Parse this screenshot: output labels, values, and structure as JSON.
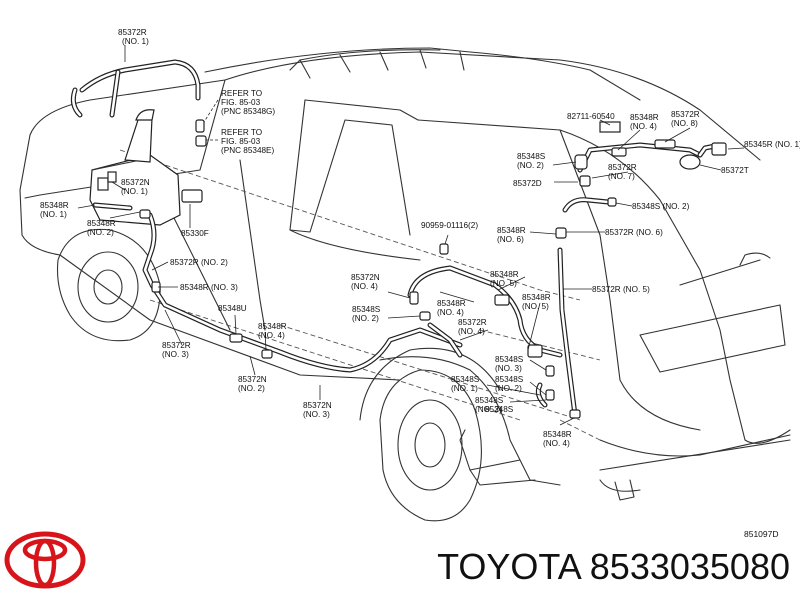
{
  "diagram": {
    "drawing_code": "851097D",
    "callouts": [
      {
        "id": "c01",
        "lines": [
          "85372R",
          "(NO. 1)"
        ]
      },
      {
        "id": "c02",
        "lines": [
          "REFER TO",
          "FIG. 85-03",
          "(PNC 85348G)"
        ]
      },
      {
        "id": "c03",
        "lines": [
          "REFER TO",
          "FIG. 85-03",
          "(PNC 85348E)"
        ]
      },
      {
        "id": "c04",
        "lines": [
          "85372N",
          "(NO. 1)"
        ]
      },
      {
        "id": "c05",
        "lines": [
          "85348R",
          "(NO. 1)"
        ]
      },
      {
        "id": "c06",
        "lines": [
          "85348R",
          "(NO. 2)"
        ]
      },
      {
        "id": "c07",
        "lines": [
          "85330F"
        ]
      },
      {
        "id": "c08",
        "lines": [
          "85372R (NO. 2)"
        ]
      },
      {
        "id": "c09",
        "lines": [
          "85348R (NO. 3)"
        ]
      },
      {
        "id": "c10",
        "lines": [
          "85348U"
        ]
      },
      {
        "id": "c11",
        "lines": [
          "85348R",
          "(NO. 4)"
        ]
      },
      {
        "id": "c12",
        "lines": [
          "85372R",
          "(NO. 3)"
        ]
      },
      {
        "id": "c13",
        "lines": [
          "85372N",
          "(NO. 2)"
        ]
      },
      {
        "id": "c14",
        "lines": [
          "85372N",
          "(NO. 3)"
        ]
      },
      {
        "id": "c15",
        "lines": [
          "85372N",
          "(NO. 4)"
        ]
      },
      {
        "id": "c16",
        "lines": [
          "85348S",
          "(NO. 2)"
        ]
      },
      {
        "id": "c17",
        "lines": [
          "85348R",
          "(NO. 4)"
        ]
      },
      {
        "id": "c18",
        "lines": [
          "85372R",
          "(NO. 4)"
        ]
      },
      {
        "id": "c19",
        "lines": [
          "90959-01116(2)"
        ]
      },
      {
        "id": "c20",
        "lines": [
          "85348R",
          "(NO. 6)"
        ]
      },
      {
        "id": "c21",
        "lines": [
          "85348R",
          "(NO. 5)"
        ]
      },
      {
        "id": "c22",
        "lines": [
          "85348R",
          "(NO. 5)"
        ]
      },
      {
        "id": "c23",
        "lines": [
          "85348S",
          "(NO. 1)"
        ]
      },
      {
        "id": "c24",
        "lines": [
          "85348S",
          "(NO. 3)"
        ]
      },
      {
        "id": "c25",
        "lines": [
          "85348S",
          "(NO. 2)"
        ]
      },
      {
        "id": "c26",
        "lines": [
          "85348S",
          "(NO. 2)"
        ]
      },
      {
        "id": "c27",
        "lines": [
          "85348S"
        ]
      },
      {
        "id": "c28",
        "lines": [
          "85348R",
          "(NO. 4)"
        ]
      },
      {
        "id": "c29",
        "lines": [
          "82711-60540"
        ]
      },
      {
        "id": "c30",
        "lines": [
          "85348R",
          "(NO. 4)"
        ]
      },
      {
        "id": "c31",
        "lines": [
          "85372R",
          "(NO. 8)"
        ]
      },
      {
        "id": "c32",
        "lines": [
          "85345R (NO. 1)"
        ]
      },
      {
        "id": "c33",
        "lines": [
          "85348S",
          "(NO. 2)"
        ]
      },
      {
        "id": "c34",
        "lines": [
          "85372R",
          "(NO. 7)"
        ]
      },
      {
        "id": "c35",
        "lines": [
          "85372D"
        ]
      },
      {
        "id": "c36",
        "lines": [
          "85372T"
        ]
      },
      {
        "id": "c37",
        "lines": [
          "85348S (NO. 2)"
        ]
      },
      {
        "id": "c38",
        "lines": [
          "85372R (NO. 6)"
        ]
      },
      {
        "id": "c39",
        "lines": [
          "85372R (NO. 5)"
        ]
      }
    ]
  },
  "caption": {
    "brand": "TOYOTA",
    "part_number": "8533035080",
    "text": "TOYOTA 8533035080"
  },
  "colors": {
    "logo_red": "#d7141a",
    "ink": "#222222",
    "background": "#ffffff"
  }
}
